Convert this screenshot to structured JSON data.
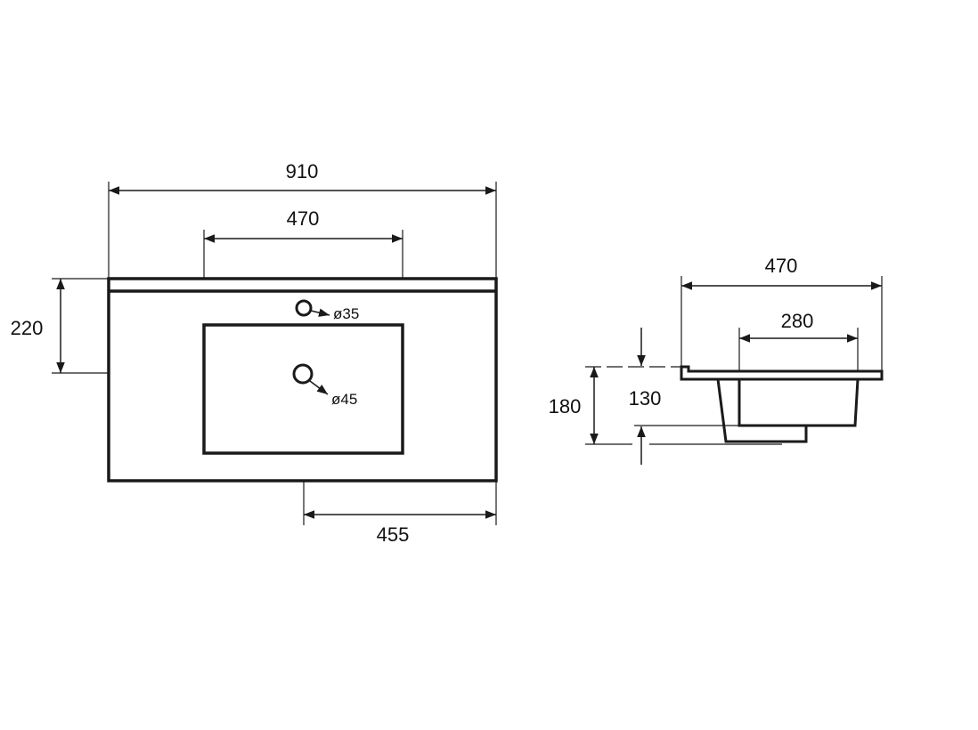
{
  "front_view": {
    "overall_width": "910",
    "basin_width": "470",
    "depth": "220",
    "half_width": "455",
    "tap_hole": "ø35",
    "drain_hole": "ø45"
  },
  "side_view": {
    "overall_depth": "470",
    "basin_depth": "280",
    "total_height": "180",
    "basin_height": "130"
  },
  "colors": {
    "line": "#1a1a1a",
    "background": "#ffffff"
  }
}
